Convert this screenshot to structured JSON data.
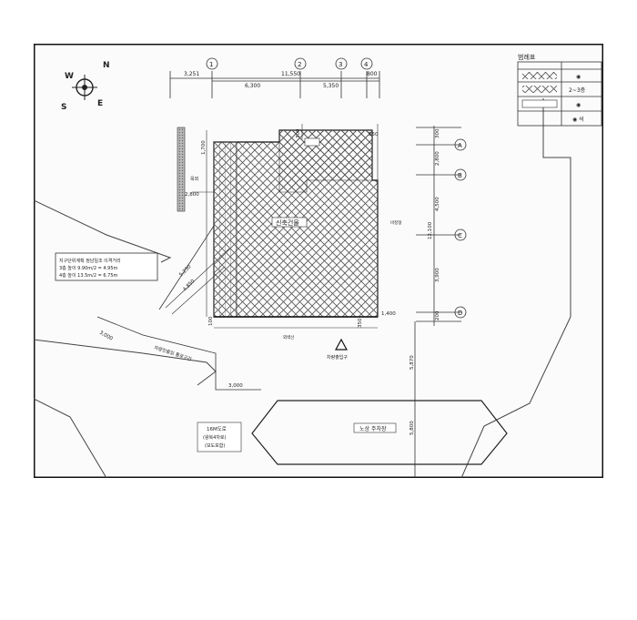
{
  "dimensions_top": {
    "d1": "3,251",
    "d2": "11,550",
    "d3": "800",
    "d4": "6,300",
    "d5": "5,350"
  },
  "grid_top": [
    "1",
    "2",
    "3",
    "4"
  ],
  "grid_right": [
    "A",
    "B",
    "C",
    "D"
  ],
  "compass": {
    "n": "N",
    "w": "W",
    "e": "E",
    "s": "S"
  },
  "legend": {
    "title": "범례표",
    "rows": [
      "◉",
      "2~3층",
      "◉",
      "◉ 석"
    ]
  },
  "dimensions_right": {
    "r1": "300",
    "r2": "2,800",
    "r3": "4,500",
    "r4": "3,900",
    "r5": "200",
    "total": "12,100",
    "lower1": "5,870",
    "lower2": "5,800"
  },
  "dimensions_inner": {
    "top_gap": "300",
    "top_right": "550",
    "left_top": "1,700",
    "left_mid": "2,800",
    "bottom_left": "100",
    "bottom_mid": "350",
    "bottom_right": "1,400",
    "diag1": "5,250",
    "diag2": "4,850",
    "road1": "3,000",
    "road2": "3,000"
  },
  "labels": {
    "building": "신축건물",
    "regulation_box": [
      "지구단위계획 정남일조 이격거리",
      "3층 높이 9.90m/2 = 4.95m",
      "4층 높이 13.5m/2 = 6.75m"
    ],
    "road_name": [
      "16M도로",
      "(왕복4차로)",
      "(보도포함)"
    ],
    "parking": "노상 주차장",
    "entrance": "차량출입구",
    "car_entrance_note": "차량진출입 통로구간",
    "facade_note": "비정형",
    "side_pole": "옥외",
    "south_marker": "외벽선"
  }
}
